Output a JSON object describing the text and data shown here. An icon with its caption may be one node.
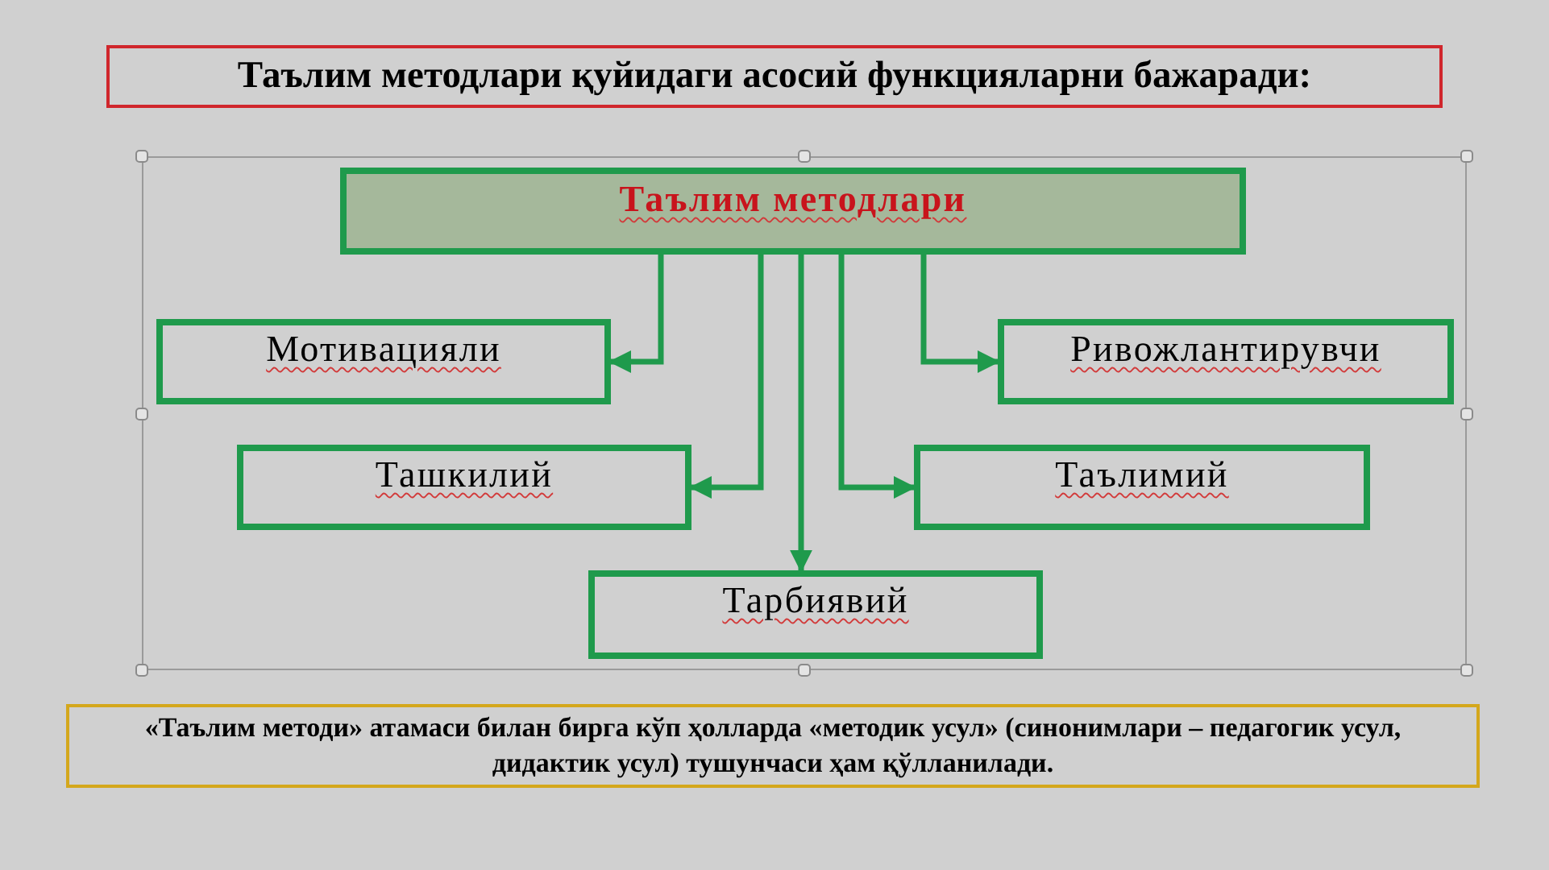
{
  "diagram": {
    "title": "Таълим методлари қуйидаги асосий функцияларни бажаради:",
    "caption": "«Таълим методи» атамаси билан бирга кўп ҳолларда «методик усул» (синонимлари – педагогик усул, дидактик усул) тушунчаси ҳам қўлланилади.",
    "nodes": [
      {
        "text": [
          "Таълим методлари"
        ]
      },
      {
        "text": [
          "Мотивацияли"
        ]
      },
      {
        "text": [
          "Ривожлантирувчи"
        ]
      },
      {
        "text": [
          "Ташкилий"
        ]
      },
      {
        "text": [
          "Таълимий"
        ]
      },
      {
        "text": [
          "Тарбиявий"
        ]
      }
    ],
    "edges": [
      {
        "from": 0,
        "to": 1,
        "arrow": "to"
      },
      {
        "from": 0,
        "to": 2,
        "arrow": "to"
      },
      {
        "from": 0,
        "to": 3,
        "arrow": "to"
      },
      {
        "from": 0,
        "to": 4,
        "arrow": "to"
      },
      {
        "from": 0,
        "to": 5,
        "arrow": "to"
      }
    ]
  }
}
